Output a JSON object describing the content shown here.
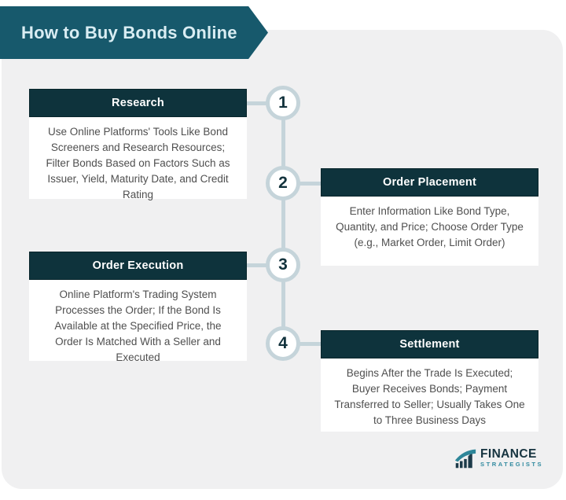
{
  "title": "How to Buy Bonds Online",
  "colors": {
    "banner": "#17596c",
    "step_header_bg": "#0e333c",
    "card_bg": "#f0f0f1",
    "connector": "#c5d4da",
    "step_number_text": "#12323c",
    "body_text": "#4f4f4f",
    "logo_navy": "#16333f",
    "logo_teal": "#338ba0"
  },
  "steps": [
    {
      "number": "1",
      "side": "left",
      "title": "Research",
      "description": "Use Online Platforms' Tools Like Bond\nScreeners and Research Resources;\nFilter Bonds Based on Factors Such as\nIssuer, Yield, Maturity Date, and Credit\nRating"
    },
    {
      "number": "2",
      "side": "right",
      "title": "Order Placement",
      "description": "Enter Information Like Bond Type,\nQuantity, and Price; Choose Order Type\n(e.g., Market Order, Limit Order)"
    },
    {
      "number": "3",
      "side": "left",
      "title": "Order Execution",
      "description": "Online Platform's Trading System\nProcesses the Order; If the Bond Is\nAvailable at the Specified Price, the\nOrder Is Matched With a Seller and\nExecuted"
    },
    {
      "number": "4",
      "side": "right",
      "title": "Settlement",
      "description": "Begins After the Trade Is Executed;\nBuyer Receives Bonds; Payment\nTransferred to Seller; Usually Takes One\nto Three Business Days"
    }
  ],
  "logo": {
    "name": "FINANCE",
    "subname": "STRATEGISTS"
  }
}
